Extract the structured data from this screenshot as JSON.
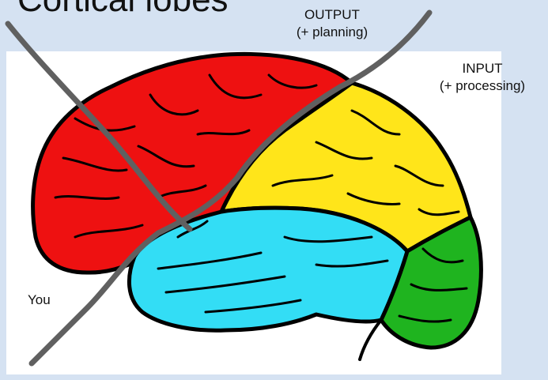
{
  "title": "Cortical lobes",
  "labels": {
    "output_line1": "OUTPUT",
    "output_line2": "(+ planning)",
    "input_line1": "INPUT",
    "input_line2": "(+ processing)",
    "you": "You"
  },
  "colors": {
    "background": "#d5e2f2",
    "frontal_lobe": "#ee1111",
    "parietal_lobe": "#ffe51a",
    "temporal_lobe": "#33ddf5",
    "occipital_lobe": "#1fb41f",
    "divider_lines": "#606060",
    "outline": "#000000"
  }
}
